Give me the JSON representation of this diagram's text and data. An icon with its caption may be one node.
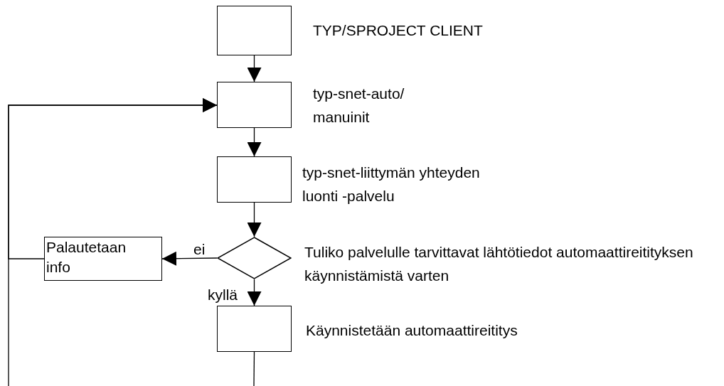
{
  "diagram": {
    "nodes": [
      {
        "text": [],
        "shape": "box",
        "beside": [
          "TYP/SPROJECT CLIENT"
        ]
      },
      {
        "text": [],
        "shape": "box",
        "beside": [
          "typ-snet-auto/ manuinit"
        ]
      },
      {
        "text": [],
        "shape": "box",
        "beside": [
          "typ-snet-liittymän yhteyden luonti -palvelu"
        ]
      },
      {
        "text": [],
        "shape": "diamond",
        "beside": [
          "Tuliko palvelulle tarvittavat lähtötiedot automaattireitityksen käynnistämistä varten"
        ]
      },
      {
        "text": [
          "Palautetaan info"
        ]
      },
      {
        "text": [],
        "shape": "box",
        "beside": [
          "Käynnistetään automaattireititys"
        ]
      }
    ],
    "edges": [
      {
        "from": 0,
        "to": 1,
        "arrow": "to"
      },
      {
        "from": 1,
        "to": 2,
        "arrow": "to"
      },
      {
        "from": 2,
        "to": 3,
        "arrow": "to"
      },
      {
        "from": 3,
        "to": 4,
        "label": "ei",
        "arrow": "to"
      },
      {
        "from": 3,
        "to": 5,
        "label": "kyllä",
        "arrow": "to"
      },
      {
        "from": 4,
        "to": 1,
        "arrow": "to"
      },
      {
        "from": null,
        "to": 1,
        "arrow": "to"
      },
      {
        "from": 5,
        "to": null,
        "arrow": "none"
      }
    ]
  }
}
